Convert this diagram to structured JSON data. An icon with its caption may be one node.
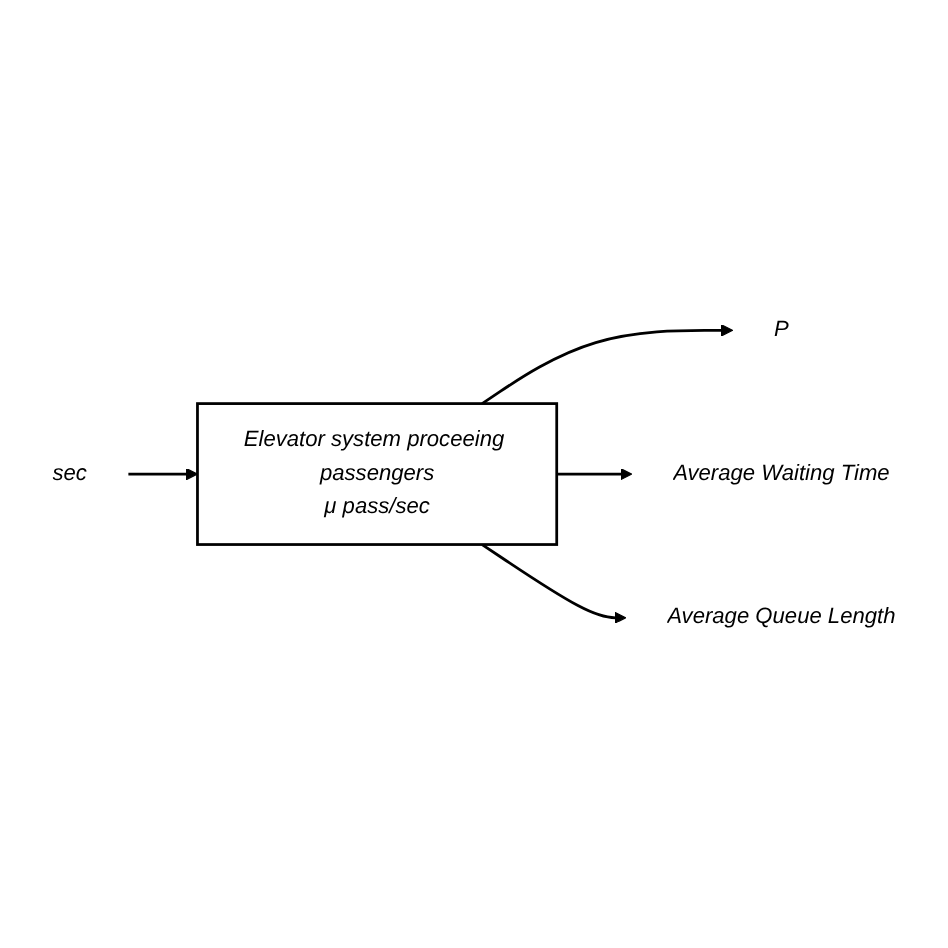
{
  "diagram": {
    "nodes": [
      {
        "text": [
          "sec"
        ]
      },
      {
        "text": [
          "Elevator system proceeing passengers",
          "μ pass/sec"
        ]
      },
      {
        "text": [
          "P"
        ]
      },
      {
        "text": [
          "Average Waiting Time"
        ]
      },
      {
        "text": [
          "Average Queue Length"
        ]
      }
    ],
    "edges": [
      {
        "from": 0,
        "to": 1,
        "arrow": "to"
      },
      {
        "from": 1,
        "to": 2,
        "arrow": "to"
      },
      {
        "from": 1,
        "to": 3,
        "arrow": "to"
      },
      {
        "from": 1,
        "to": 4,
        "arrow": "to"
      }
    ]
  }
}
